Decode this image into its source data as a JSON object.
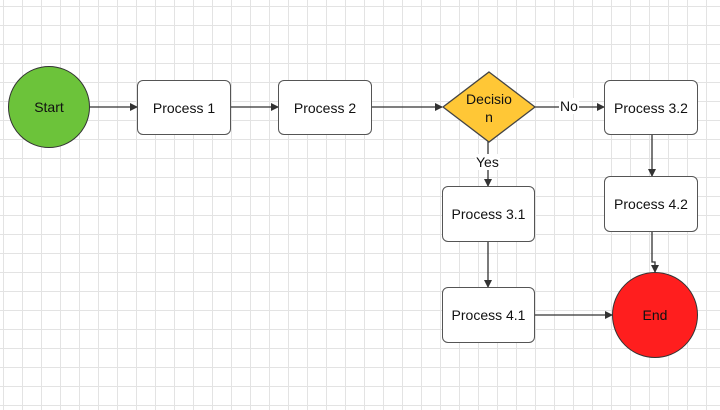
{
  "colors": {
    "start_fill": "#6cc33a",
    "end_fill": "#ff1e1e",
    "decision_fill": "#ffc736",
    "line": "#333333"
  },
  "nodes": {
    "start": "Start",
    "process_1": "Process 1",
    "process_2": "Process 2",
    "decision_line1": "Decisio",
    "decision_line2": "n",
    "process_3_1": "Process 3.1",
    "process_4_1": "Process 4.1",
    "process_3_2": "Process 3.2",
    "process_4_2": "Process 4.2",
    "end": "End"
  },
  "edge_labels": {
    "no": "No",
    "yes": "Yes"
  }
}
